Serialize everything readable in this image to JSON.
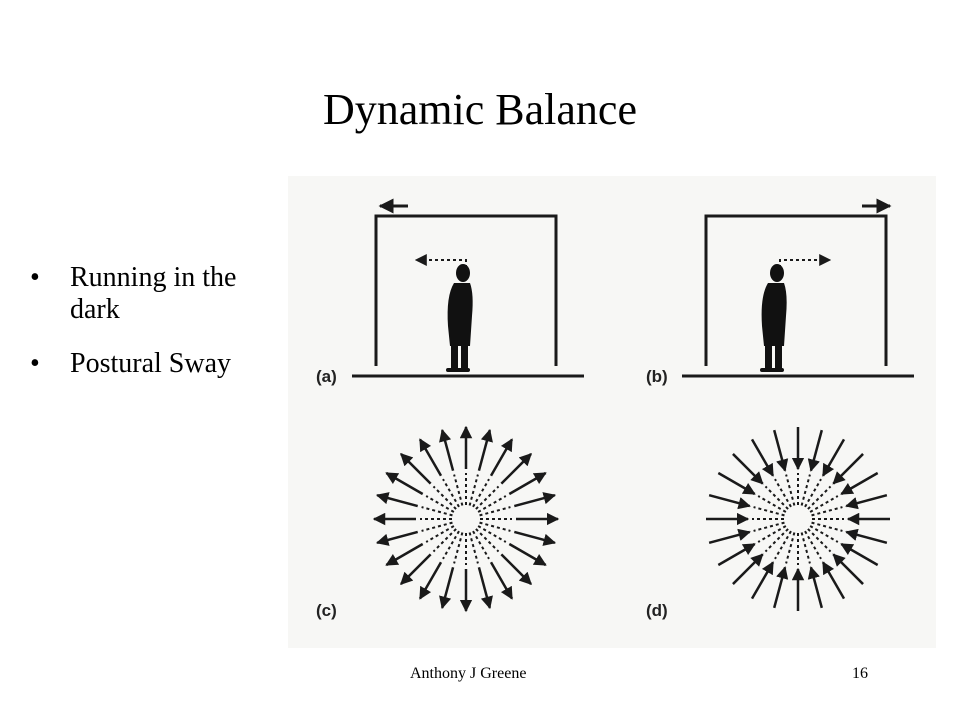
{
  "slide": {
    "title": "Dynamic Balance",
    "bullets": [
      "Running in the dark",
      "Postural Sway"
    ],
    "bullet_glyph": "•",
    "footer_author": "Anthony J Greene",
    "page_number": "16"
  },
  "figure": {
    "panel_labels": [
      "(a)",
      "(b)",
      "(c)",
      "(d)"
    ],
    "room_motion": [
      "left",
      "right"
    ],
    "flow_patterns": [
      "expansion",
      "contraction"
    ],
    "ink_color": "#1a1a1a",
    "background_color": "#f7f7f5"
  }
}
